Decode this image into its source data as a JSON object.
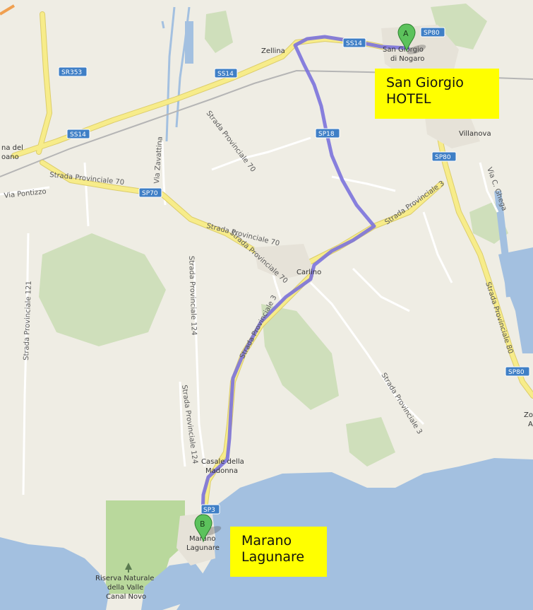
{
  "colors": {
    "land": "#efede4",
    "water": "#a3c0e0",
    "route": "#7b72dc",
    "primary_road": "#f7ec8a",
    "minor_road": "#ffffff",
    "shield": "#3f7fc6",
    "callout": "#ffff00",
    "marker": "#5cc25c",
    "vegetation": "#c8dcb0",
    "park": "#b6d79a"
  },
  "markers": {
    "start": {
      "letter": "A"
    },
    "end": {
      "letter": "B"
    }
  },
  "callouts": {
    "start": "San Giorgio\nHOTEL",
    "end": "Marano\nLagunare"
  },
  "places": {
    "zellina": "Zellina",
    "san_giorgio_1": "San Giorgio",
    "san_giorgio_2": "di Nogaro",
    "villanova": "Villanova",
    "carlino": "Carlino",
    "casale_1": "Casale della",
    "casale_2": "Madonna",
    "marano_1": "Marano",
    "marano_2": "Lagunare",
    "riserva_1": "Riserva Naturale",
    "riserva_2": "della Valle",
    "riserva_3": "Canal Novo",
    "edge_1": "na del",
    "edge_2": "oano",
    "edge_3": "Zo",
    "edge_4": "A",
    "via_pontizzo": "Via Pontizzo",
    "via_zavattina": "Via Zavattina",
    "via_ghega": "Via C. Ghega"
  },
  "roads": {
    "sp70_main": "Strada Provinciale 70",
    "sp70_a": "Strada Provinciale 70",
    "sp70_b": "Strada Provinciale 70",
    "sp3_upper": "Strada Provinciale 3",
    "sp3_lower": "Strada Provinciale 3",
    "sp3_right": "Strada Provinciale 3",
    "sp124_a": "Strada Provinciale 124",
    "sp124_b": "Strada Provinciale 124",
    "sp121": "Strada Provinciale 121",
    "sp80": "Strada Provinciale 80"
  },
  "shields": {
    "sr353": "SR353",
    "ss14_a": "SS14",
    "ss14_b": "SS14",
    "ss14_c": "SS14",
    "sp80_a": "SP80",
    "sp80_b": "SP80",
    "sp80_c": "SP80",
    "sp70": "SP70",
    "sp18": "SP18",
    "sp3": "SP3"
  }
}
